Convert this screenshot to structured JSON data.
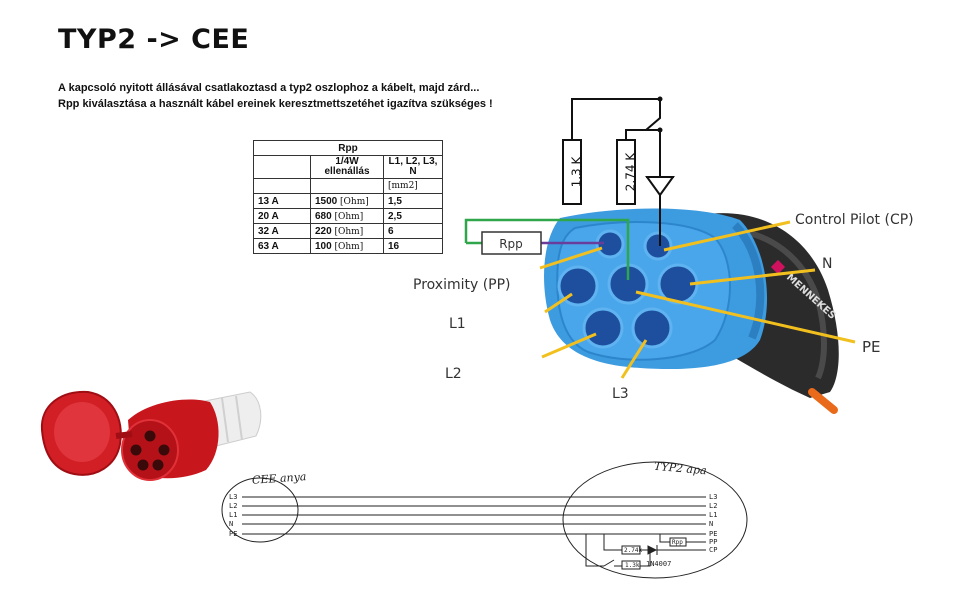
{
  "title": "TYP2 -> CEE",
  "intro": {
    "line1": "A kapcsoló nyitott állásával csatlakoztasd a typ2 oszlophoz a kábelt, majd zárd...",
    "line2": "Rpp kiválasztása a használt kábel ereinek keresztmettszetéhet igazítva szükséges !"
  },
  "table": {
    "title": "Rpp",
    "col2_header": "1/4W ellenállás",
    "col3_header": "L1, L2, L3, N",
    "unit": "[mm2]",
    "rows": [
      {
        "current": "13 A",
        "ohm": "1500",
        "ohm_unit": "[Ohm]",
        "area": "1,5"
      },
      {
        "current": "20 A",
        "ohm": "680",
        "ohm_unit": "[Ohm]",
        "area": "2,5"
      },
      {
        "current": "32 A",
        "ohm": "220",
        "ohm_unit": "[Ohm]",
        "area": "6"
      },
      {
        "current": "63 A",
        "ohm": "100",
        "ohm_unit": "[Ohm]",
        "area": "16"
      }
    ]
  },
  "connector": {
    "resistor_1": "1.3 K",
    "resistor_2": "2.74 K",
    "resistor_rpp": "Rpp",
    "label_cp": "Control Pilot (CP)",
    "label_n": "N",
    "label_pp": "Proximity (PP)",
    "label_l1": "L1",
    "label_l2": "L2",
    "label_l3": "L3",
    "label_pe": "PE",
    "brand": "MENNEKES"
  },
  "sketch": {
    "cee_label": "CEE anya",
    "typ2_label": "TYP2 apa",
    "left_pins": [
      "L3",
      "L2",
      "L1",
      "N",
      "PE"
    ],
    "right_pins": [
      "L3",
      "L2",
      "L1",
      "N",
      "PE",
      "PP",
      "CP"
    ],
    "r_274": "2.74k",
    "r_13": "1.3k",
    "r_pp": "Rpp",
    "diode": "1N4007"
  },
  "colors": {
    "connector_blue": "#3d9be0",
    "wire_green": "#2fa64a",
    "arrow_yellow": "#f2c01e",
    "cee_red": "#c8161d"
  }
}
